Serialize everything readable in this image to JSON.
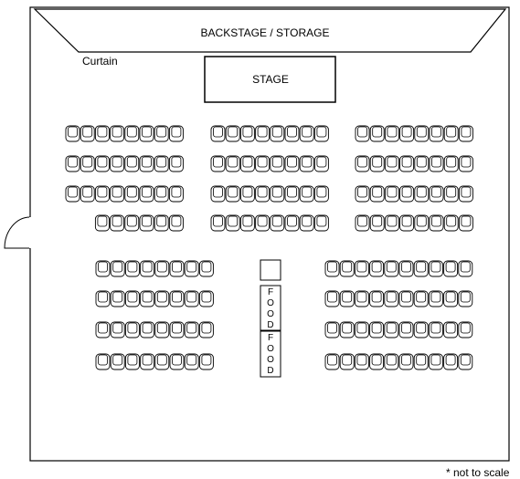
{
  "labels": {
    "backstage": "BACKSTAGE / STORAGE",
    "curtain": "Curtain",
    "stage": "STAGE",
    "note": "* not to scale"
  },
  "food_counters": [
    {
      "letters": [
        "F",
        "O",
        "O",
        "D"
      ]
    },
    {
      "letters": [
        "F",
        "O",
        "O",
        "D"
      ]
    }
  ],
  "seating": {
    "upper_blocks": [
      {
        "name": "upper-left",
        "seats_per_row": [
          8,
          8,
          8,
          6
        ],
        "align": "right"
      },
      {
        "name": "upper-center",
        "seats_per_row": [
          8,
          8,
          8,
          8
        ],
        "align": "left"
      },
      {
        "name": "upper-right",
        "seats_per_row": [
          8,
          8,
          8,
          8
        ],
        "align": "left"
      }
    ],
    "lower_blocks": [
      {
        "name": "lower-left",
        "seats_per_row": [
          8,
          8,
          8,
          8
        ]
      },
      {
        "name": "lower-right",
        "seats_per_row": [
          10,
          10,
          10,
          10
        ]
      }
    ]
  }
}
